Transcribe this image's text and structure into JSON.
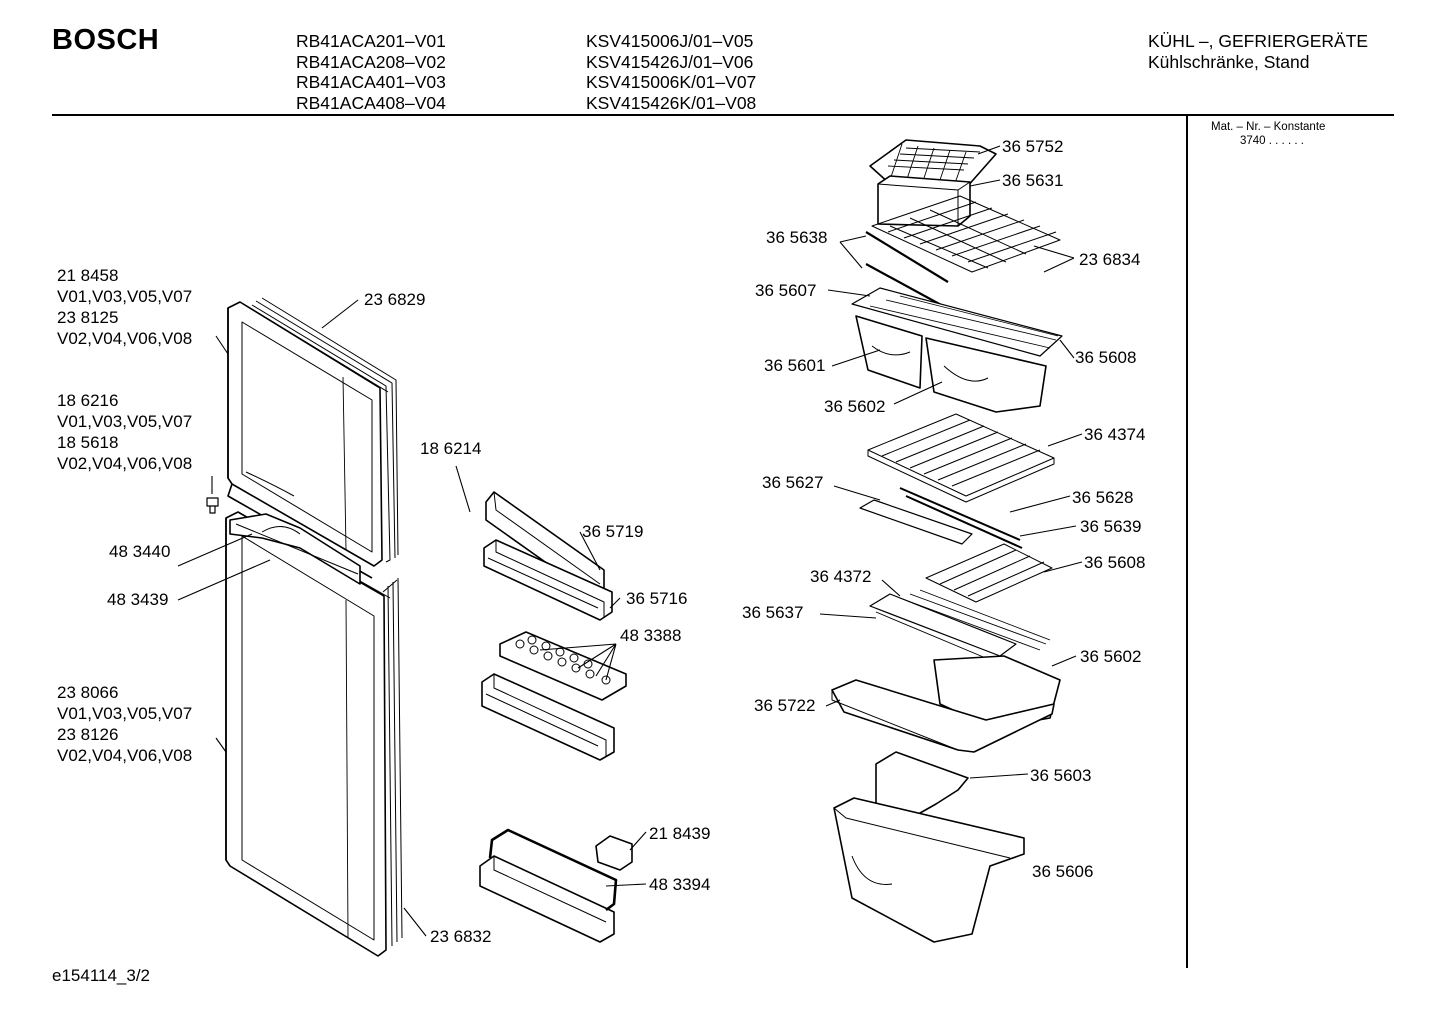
{
  "header": {
    "brand": "BOSCH",
    "models": [
      "RB41ACA201–V01",
      "RB41ACA208–V02",
      "RB41ACA401–V03",
      "RB41ACA408–V04"
    ],
    "codes": [
      "KSV415006J/01–V05",
      "KSV415426J/01–V06",
      "KSV415006K/01–V07",
      "KSV415426K/01–V08"
    ],
    "category": "KÜHL –, GEFRIERGERÄTE",
    "subcategory": "Kühlschränke, Stand"
  },
  "mat": {
    "label": "Mat. – Nr. – Konstante",
    "value": "3740  .  .  .  .  .  ."
  },
  "footer": {
    "code": "e154114_3/2"
  },
  "parts": {
    "p218458": "21 8458",
    "v1357_a": "V01,V03,V05,V07",
    "p238125": "23 8125",
    "v2468_a": "V02,V04,V06,V08",
    "p186216": "18 6216",
    "v1357_b": "V01,V03,V05,V07",
    "p185618": "18 5618",
    "v2468_b": "V02,V04,V06,V08",
    "p483440": "48 3440",
    "p483439": "48 3439",
    "p238066": "23 8066",
    "v1357_c": "V01,V03,V05,V07",
    "p238126": "23 8126",
    "v2468_c": "V02,V04,V06,V08",
    "p236829": "23 6829",
    "p236832": "23 6832",
    "p186214": "18 6214",
    "p365719": "36 5719",
    "p365716": "36 5716",
    "p483388": "48 3388",
    "p218439": "21 8439",
    "p483394": "48 3394",
    "p365752": "36 5752",
    "p365631": "36 5631",
    "p365638": "36 5638",
    "p236834": "23 6834",
    "p365607": "36 5607",
    "p365608a": "36 5608",
    "p365601": "36 5601",
    "p365602a": "36 5602",
    "p364374": "36 4374",
    "p365627": "36 5627",
    "p365628": "36 5628",
    "p365639": "36 5639",
    "p365608b": "36 5608",
    "p364372": "36 4372",
    "p365637": "36 5637",
    "p365602b": "36 5602",
    "p365722": "36 5722",
    "p365603": "36 5603",
    "p365606": "36 5606"
  }
}
